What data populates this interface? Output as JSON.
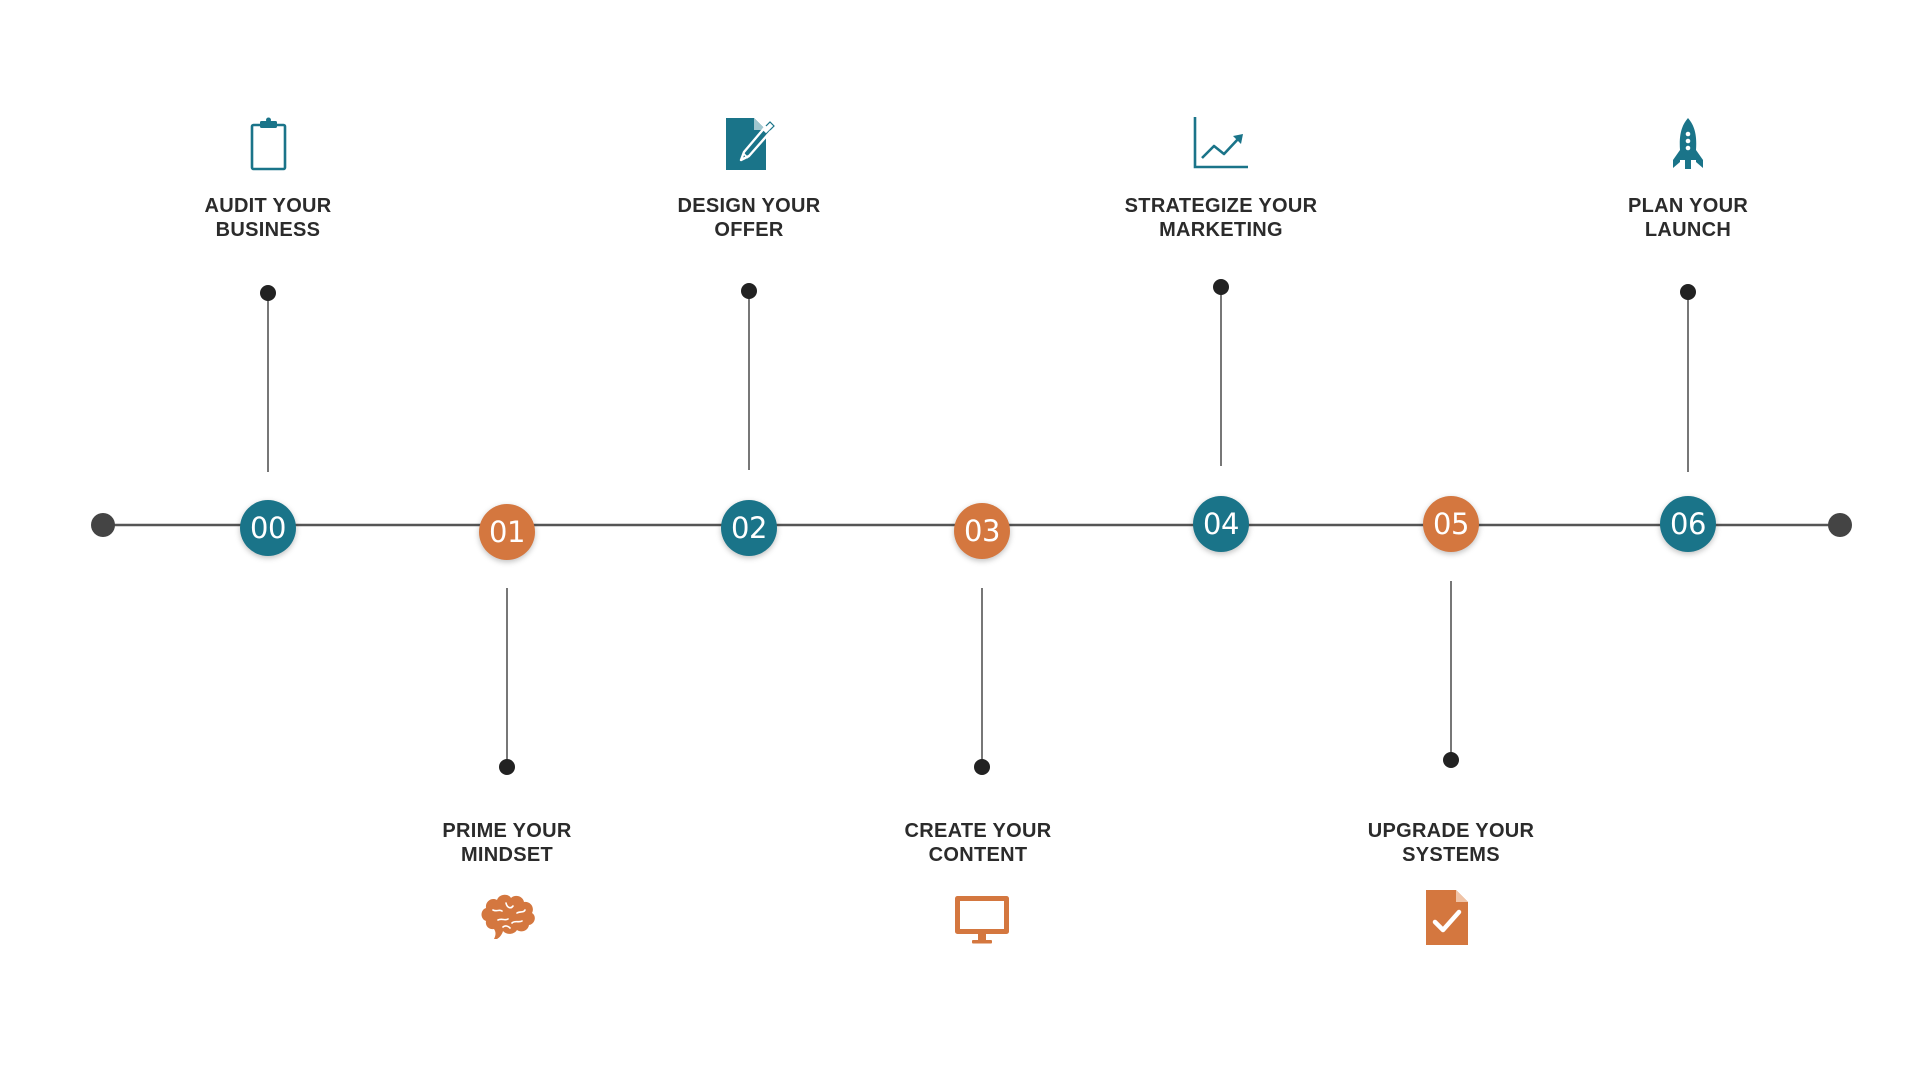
{
  "colors": {
    "teal": "#1a7489",
    "orange": "#d4773f",
    "line": "#555555",
    "dot": "#222222",
    "text": "#2b2b2b"
  },
  "steps": [
    {
      "number": "00",
      "title": "AUDIT YOUR\nBUSINESS",
      "icon": "clipboard-icon",
      "color": "teal"
    },
    {
      "number": "01",
      "title": "PRIME YOUR\nMINDSET",
      "icon": "brain-icon",
      "color": "orange"
    },
    {
      "number": "02",
      "title": "DESIGN YOUR\nOFFER",
      "icon": "document-pen-icon",
      "color": "teal"
    },
    {
      "number": "03",
      "title": "CREATE YOUR\nCONTENT",
      "icon": "monitor-icon",
      "color": "orange"
    },
    {
      "number": "04",
      "title": "STRATEGIZE YOUR\nMARKETING",
      "icon": "line-chart-icon",
      "color": "teal"
    },
    {
      "number": "05",
      "title": "UPGRADE YOUR\nSYSTEMS",
      "icon": "document-check-icon",
      "color": "orange"
    },
    {
      "number": "06",
      "title": "PLAN YOUR\nLAUNCH",
      "icon": "rocket-icon",
      "color": "teal"
    }
  ]
}
